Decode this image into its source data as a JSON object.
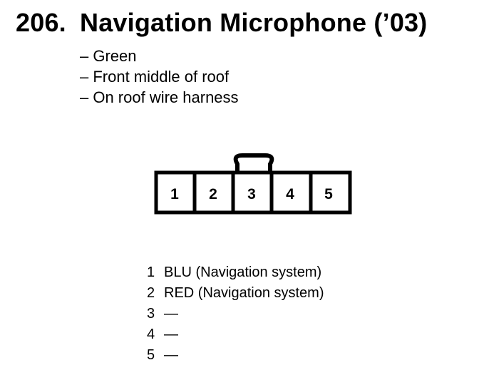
{
  "heading": {
    "number": "206.",
    "title": "Navigation Microphone (’03)"
  },
  "details": [
    "– Green",
    "– Front middle of roof",
    "– On roof wire harness"
  ],
  "connector": {
    "cavities": [
      "1",
      "2",
      "3",
      "4",
      "5"
    ]
  },
  "pinout": [
    {
      "pin": "1",
      "desc": "BLU (Navigation system)"
    },
    {
      "pin": "2",
      "desc": "RED (Navigation system)"
    },
    {
      "pin": "3",
      "desc": "—"
    },
    {
      "pin": "4",
      "desc": "—"
    },
    {
      "pin": "5",
      "desc": "—"
    }
  ]
}
